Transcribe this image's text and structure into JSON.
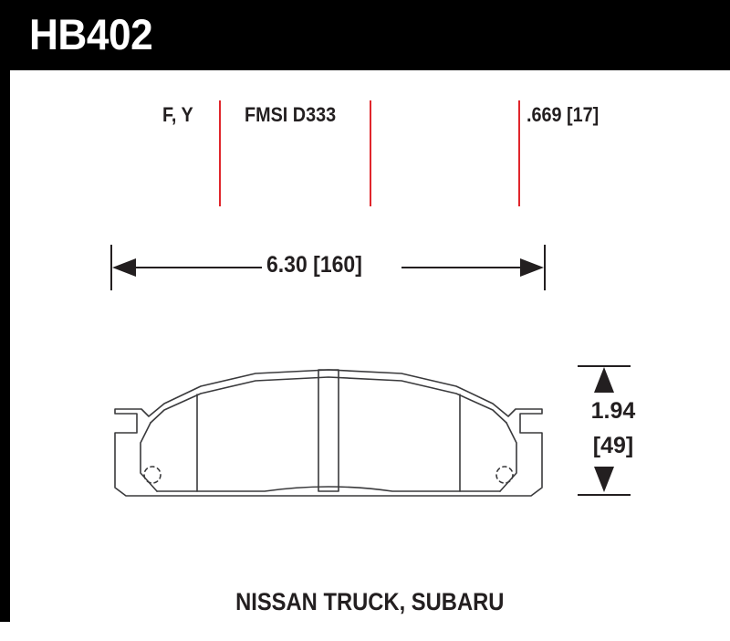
{
  "header": {
    "part_number": "HB402"
  },
  "specs": {
    "compound": "F, Y",
    "fmsi": "FMSI D333",
    "thickness": ".669 [17]",
    "divider_color": "#e0262c"
  },
  "dimensions": {
    "width_label": "6.30 [160]",
    "height_label_inch": "1.94",
    "height_label_mm": "[49]"
  },
  "footer": {
    "applications": "NISSAN TRUCK, SUBARU"
  },
  "colors": {
    "ink": "#231f20",
    "accent": "#e0262c",
    "frame": "#000000",
    "background": "#ffffff"
  }
}
